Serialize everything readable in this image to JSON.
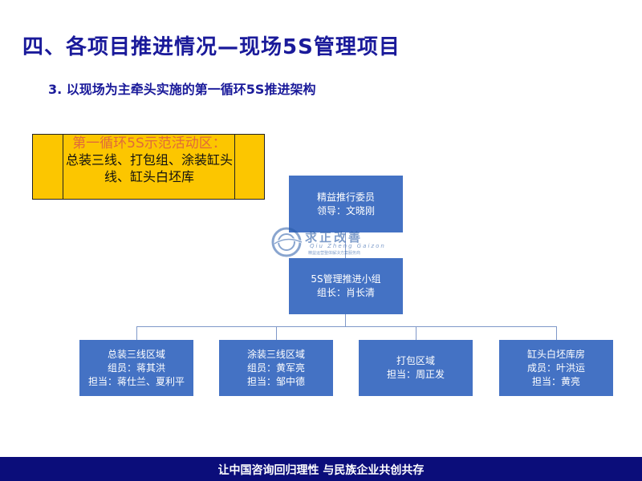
{
  "title": "四、各项目推进情况—现场5S管理项目",
  "subtitle": "3. 以现场为主牵头实施的第一循环5S推进架构",
  "callout": {
    "line1": "第一循环5S示范活动区：",
    "line2": "总装三线、打包组、涂装缸头线、缸头白坯库"
  },
  "org": {
    "committee": {
      "line1": "精益推行委员",
      "line2": "领导：文晓刚"
    },
    "team": {
      "line1": "5S管理推进小组",
      "line2": "组长：肖长清"
    },
    "areas": [
      {
        "line1": "总装三线区域",
        "line2": "组员：蒋其洪",
        "line3": "担当：蒋仕兰、夏利平"
      },
      {
        "line1": "涂装三线区域",
        "line2": "组员：黄军亮",
        "line3": "担当：邹中德"
      },
      {
        "line1": "打包区域",
        "line2": "担当：周正发"
      },
      {
        "line1": "缸头白坯库房",
        "line2": "成员：叶洪运",
        "line3": "担当：黄亮"
      }
    ]
  },
  "watermark": {
    "brand": "求正改善",
    "pinyin": "Qiu Zheng Gaizon",
    "tagline": "精益运营整体解决方案服务商"
  },
  "footer": "让中国咨询回归理性 与民族企业共创共存",
  "colors": {
    "title": "#1a1a9a",
    "box": "#4472c4",
    "callout": "#fcc600",
    "footer": "#0b0d7a",
    "connector": "#7f98c8"
  }
}
